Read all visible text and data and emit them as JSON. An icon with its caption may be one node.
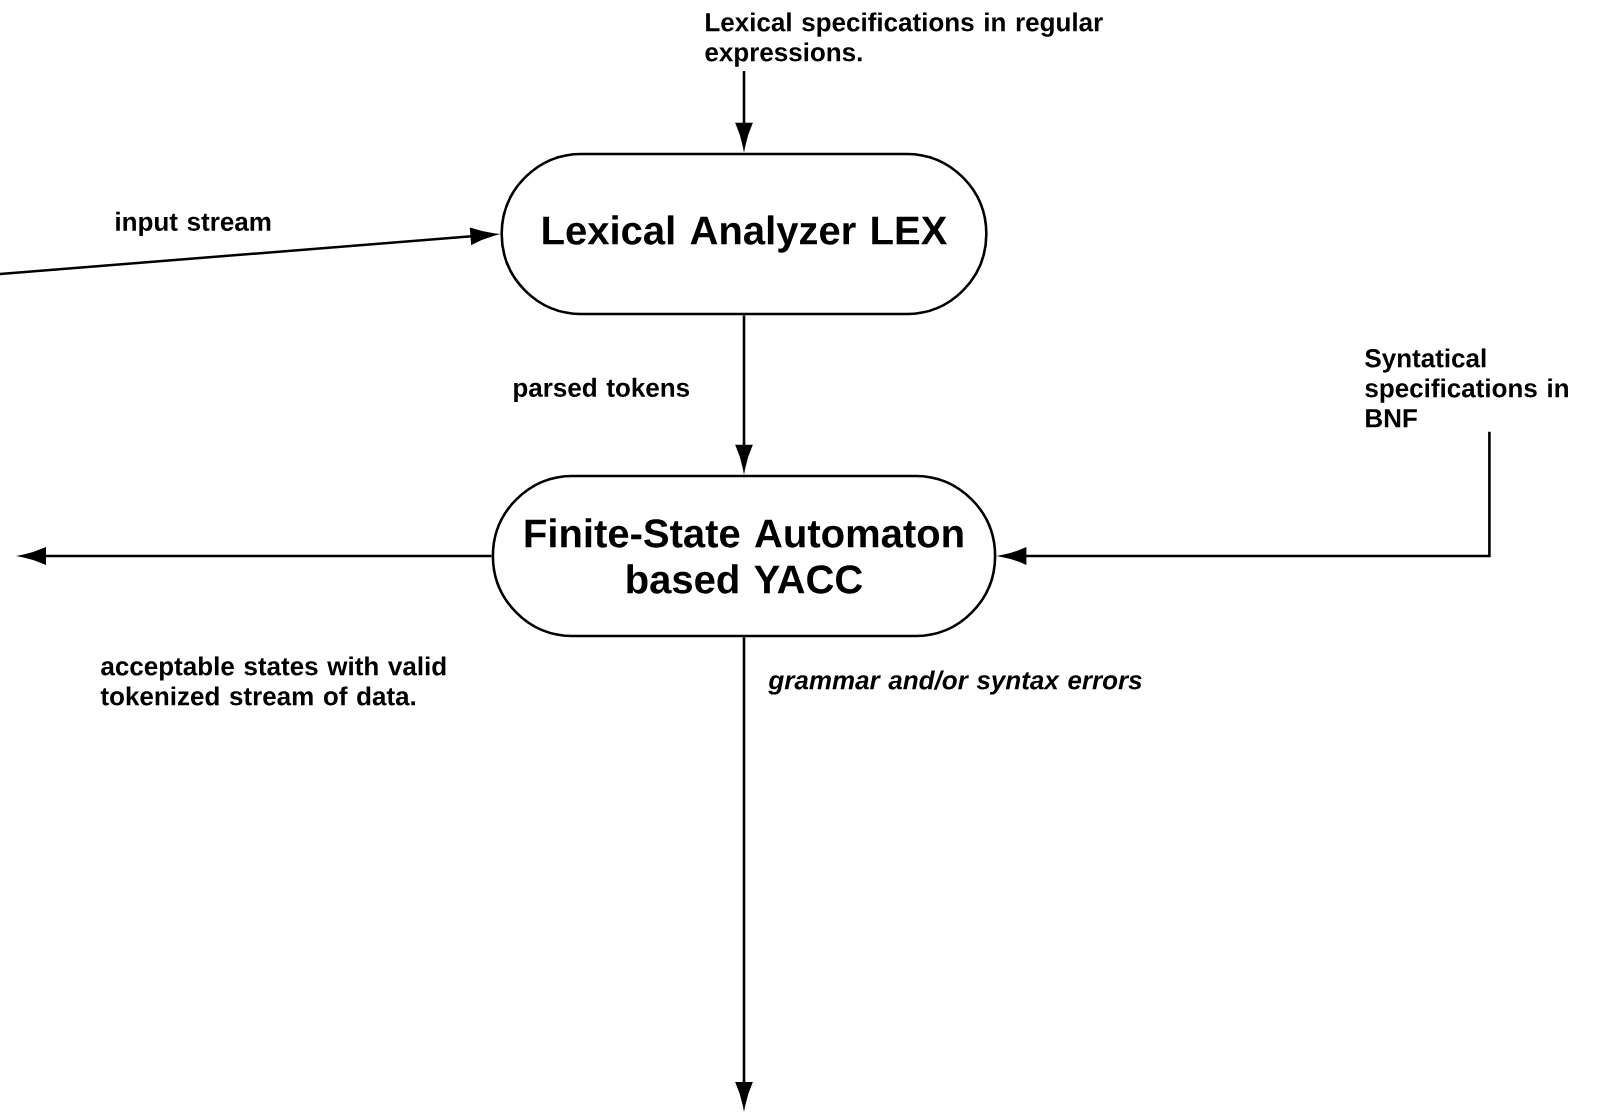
{
  "diagram": {
    "nodes": [
      {
        "text": [
          "Lexical specifications in regular expressions."
        ]
      },
      {
        "text": [
          "Lexical Analyzer LEX"
        ]
      },
      {
        "text": [
          "Syntatical specifications in BNF"
        ]
      },
      {
        "text": [
          "Finite-State Automaton based YACC"
        ]
      }
    ],
    "edges": [
      {
        "from": 0,
        "to": 1,
        "arrow": "to"
      },
      {
        "from": null,
        "to": 1,
        "arrow": "to",
        "label": "input stream"
      },
      {
        "from": 1,
        "to": 3,
        "arrow": "to",
        "label": "parsed tokens"
      },
      {
        "from": 2,
        "to": 3,
        "arrow": "to"
      },
      {
        "from": 3,
        "to": null,
        "arrow": "to",
        "label": "acceptable states with valid tokenized stream of data."
      },
      {
        "from": 3,
        "to": null,
        "arrow": "to",
        "label": "grammar and/or syntax errors"
      }
    ]
  }
}
